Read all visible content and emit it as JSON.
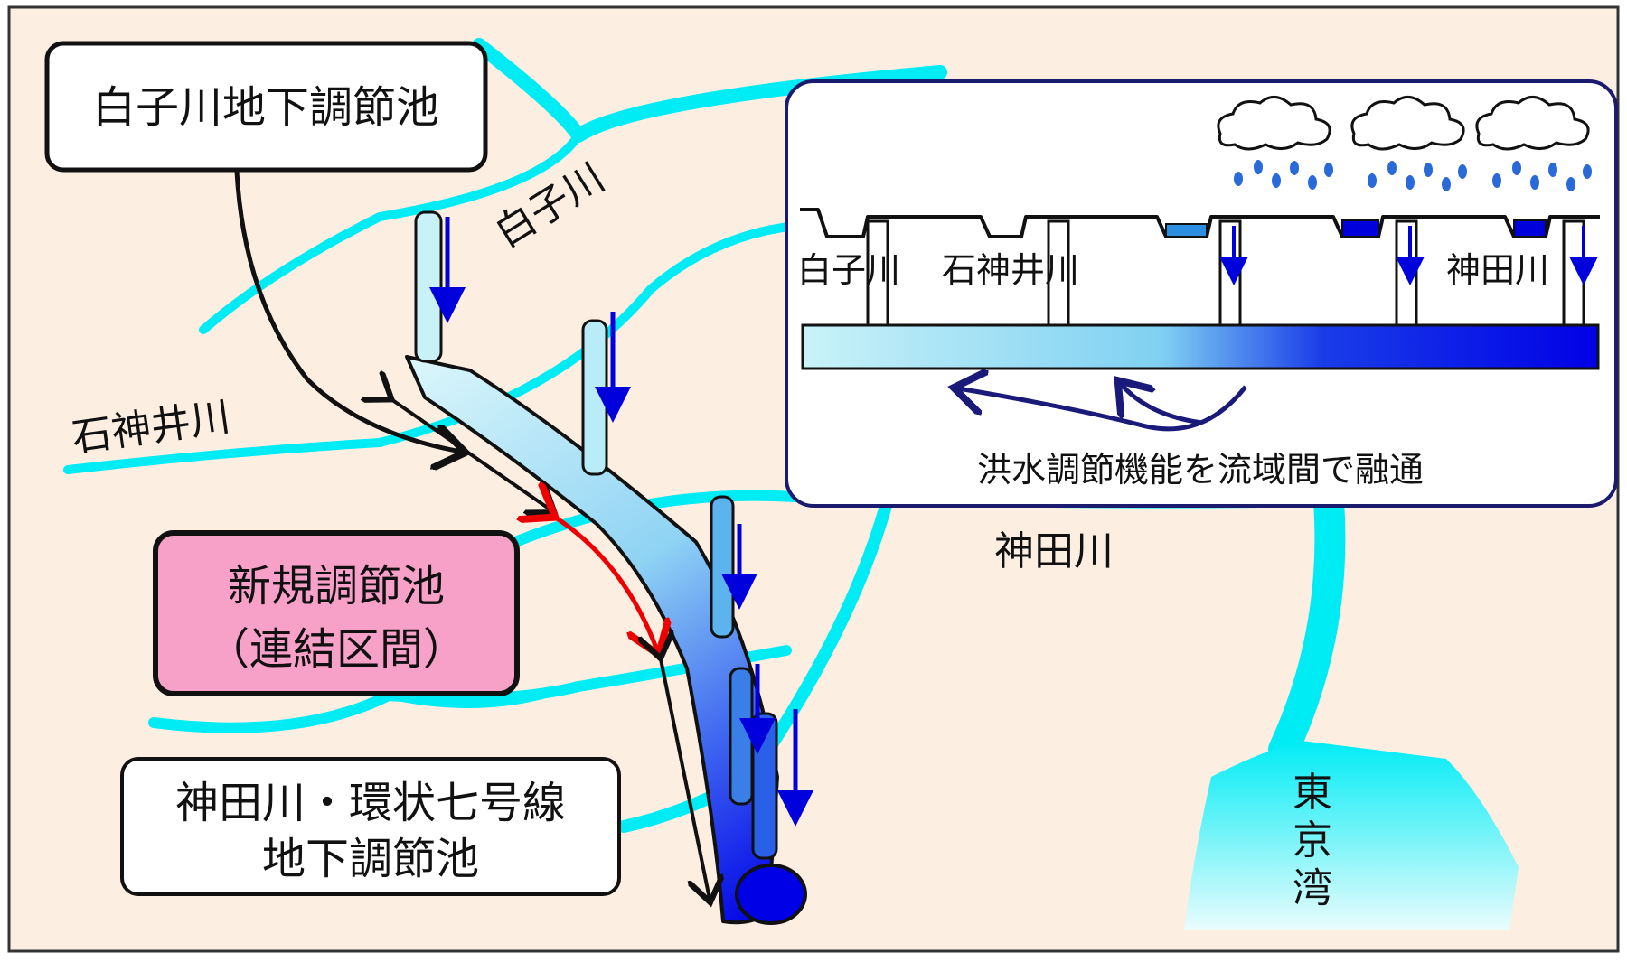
{
  "boxes": {
    "shirako_reservoir": "白子川地下調節池",
    "new_reservoir_line1": "新規調節池",
    "new_reservoir_line2": "（連結区間）",
    "kanda_reservoir_line1": "神田川・環状七号線",
    "kanda_reservoir_line2": "地下調節池"
  },
  "rivers": {
    "shirako": "白子川",
    "shakujii": "石神井川",
    "kanda": "神田川",
    "bay": "東京湾"
  },
  "inset": {
    "label_shirako": "白子川",
    "label_shakujii": "石神井川",
    "label_kanda": "神田川",
    "caption": "洪水調節機能を流域間で融通"
  },
  "colors": {
    "background": "#fdeee2",
    "river": "#00ecf5",
    "tunnel_light": "#d9f6fb",
    "tunnel_dark": "#0000ee",
    "highlight_box": "#f7a1c9",
    "flow_arrow": "#0000dd",
    "connect_arrow": "#ee0000",
    "inset_border": "#1a1a6e"
  }
}
